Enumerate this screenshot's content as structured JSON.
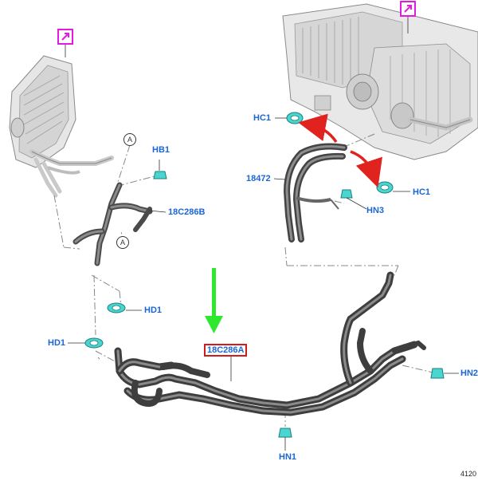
{
  "callouts": {
    "hb1": "HB1",
    "hc1_top": "HC1",
    "hc1_right": "HC1",
    "part_18472": "18472",
    "hn3": "HN3",
    "part_18c286b": "18C286B",
    "hd1_upper": "HD1",
    "hd1_left": "HD1",
    "part_18c286a": "18C286A",
    "hn2": "HN2",
    "hn1": "HN1"
  },
  "connectors": {
    "a_upper": "A",
    "a_lower": "A"
  },
  "figure_id": "4120",
  "colors": {
    "callout_text": "#1a66d6",
    "highlight_box": "#d21c1c",
    "clamp_fill": "#49d6d1",
    "red_arrow": "#e0231f",
    "green_arrow": "#2ee82e",
    "icon_frame": "#e21be0",
    "hose": "#5a5a5a"
  },
  "icons": [
    "expand-view-icon",
    "expand-view-icon"
  ]
}
